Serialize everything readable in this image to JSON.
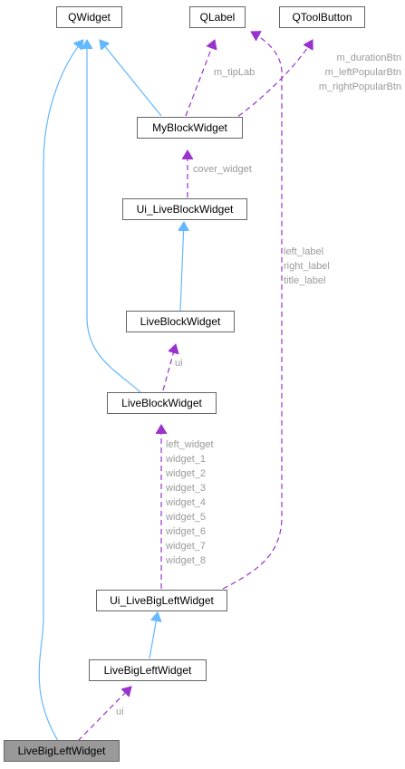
{
  "nodes": {
    "qwidget": "QWidget",
    "qlabel": "QLabel",
    "qtoolbutton": "QToolButton",
    "myblockwidget": "MyBlockWidget",
    "ui_liveblockwidget": "Ui_LiveBlockWidget",
    "liveblockwidget_a": "LiveBlockWidget",
    "liveblockwidget_b": "LiveBlockWidget",
    "ui_livebigleftwidget": "Ui_LiveBigLeftWidget",
    "livebigleftwidget_a": "LiveBigLeftWidget",
    "livebigleftwidget_focus": "LiveBigLeftWidget"
  },
  "edge_labels": {
    "toolbutton_members": [
      "m_durationBtn",
      "m_leftPopularBtn",
      "m_rightPopularBtn"
    ],
    "tiplab": "m_tipLab",
    "cover_widget": "cover_widget",
    "label_members": [
      "left_label",
      "right_label",
      "title_label"
    ],
    "ui_a": "ui",
    "widget_members": [
      "left_widget",
      "widget_1",
      "widget_2",
      "widget_3",
      "widget_4",
      "widget_5",
      "widget_6",
      "widget_7",
      "widget_8"
    ],
    "ui_b": "ui"
  },
  "colors": {
    "inheritance": "#63b8ff",
    "usage": "#9a32cd",
    "label_text": "#9a9a9a",
    "node_border": "#666666",
    "focus_fill": "#999999"
  }
}
